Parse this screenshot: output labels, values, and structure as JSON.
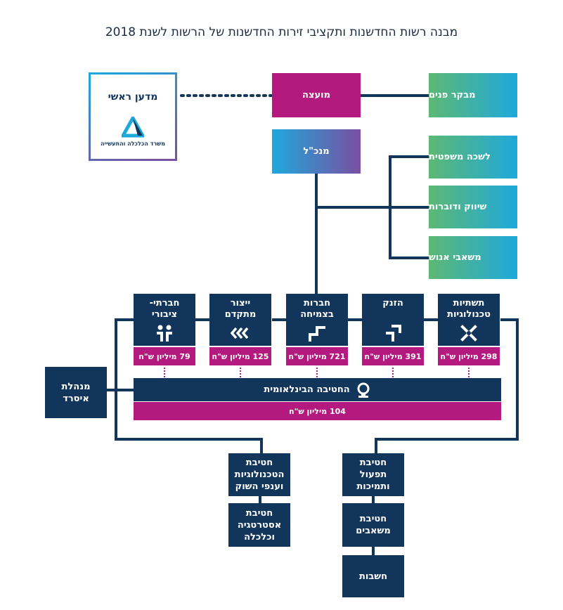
{
  "title": "מבנה רשות החדשנות ותקציבי זירות החדשנות של הרשות לשנת 2018",
  "ministry": {
    "name": "מדען ראשי",
    "sub": "משרד הכלכלה והתעשייה",
    "logo_icon": "ministry-logo-icon"
  },
  "council": "מועצה",
  "ceo": "מנכ\"ל",
  "auditor": "מבקר פנים",
  "staff": [
    "לשכה משפטית",
    "שיווק ודוברות",
    "משאבי אנוש"
  ],
  "admin": "מנהלת\nאיסרד",
  "divisions": [
    {
      "label": "תשתיות\nטכנולוגיות",
      "budget": "298 מיליון ש\"ח",
      "icon": "cross-arrows-icon"
    },
    {
      "label": "הזנק",
      "budget": "391 מיליון ש\"ח",
      "icon": "startup-steps-icon"
    },
    {
      "label": "חברות\nבצמיחה",
      "budget": "721 מיליון ש\"ח",
      "icon": "growth-stairs-icon"
    },
    {
      "label": "ייצור\nמתקדם",
      "budget": "125 מיליון ש\"ח",
      "icon": "chevrons-icon"
    },
    {
      "label": "חברתי-\nציבורי",
      "budget": "79 מיליון ש\"ח",
      "icon": "people-icon"
    }
  ],
  "international": {
    "label": "החטיבה הבינלאומית",
    "budget": "104 מיליון ש\"ח",
    "icon": "globe-icon"
  },
  "left_stack": [
    "חטיבת\nהטכנולוגיות\nוענפי השוק",
    "חטיבת\nאסטרטגיה\nוכלכלה"
  ],
  "right_stack": [
    "חטיבת\nתפעול\nותמיכות",
    "חטיבת\nמשאבים",
    "חשבות"
  ],
  "colors": {
    "navy": "#12355b",
    "magenta": "#b3197e",
    "green": "#5db873",
    "cyan": "#1ea8dc",
    "purple": "#7a4fa1"
  }
}
